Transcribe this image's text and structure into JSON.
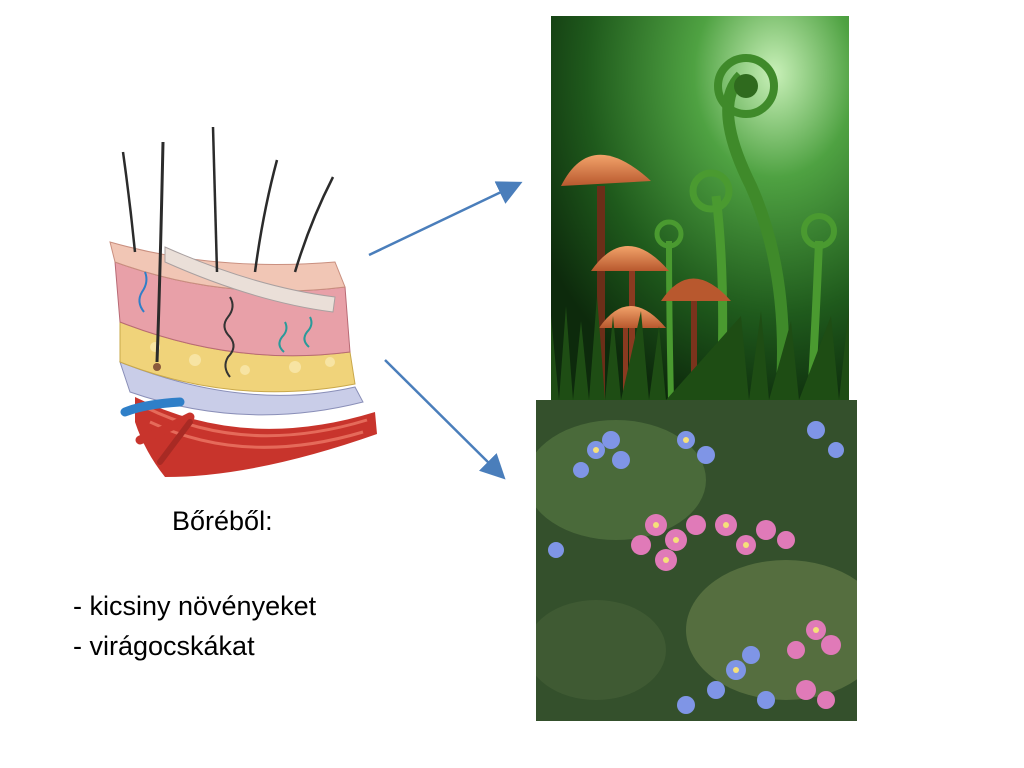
{
  "slide": {
    "title": "Bőréből:",
    "items": [
      "- kicsiny növényeket",
      "- virágocskákat"
    ]
  },
  "colors": {
    "arrow": "#4a7ebb",
    "skin_pink": "#e8a0a8",
    "fat_yellow": "#f0d37a",
    "muscle_red": "#c8342c",
    "vein_blue": "#2f7fc8",
    "forest_green": "#1f5a1c",
    "mushroom_orange": "#d9824a",
    "flower_pink": "#e07ab8",
    "flower_blue": "#7f95e6"
  },
  "images": {
    "skin": "skin-cross-section-illustration",
    "plants": "mushrooms-and-fern-fiddleheads-photo",
    "flowers": "forget-me-not-flowers-photo"
  }
}
